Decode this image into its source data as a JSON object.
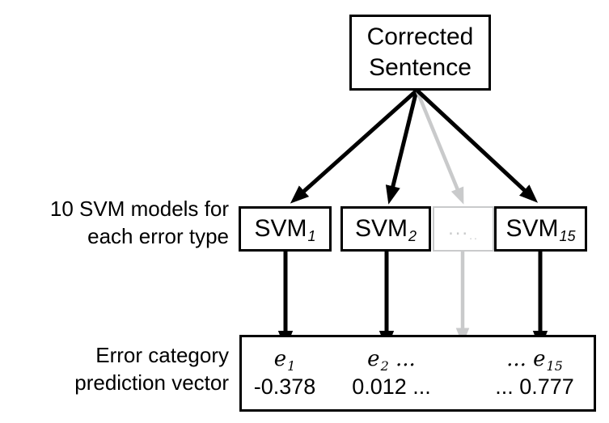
{
  "diagram": {
    "top_box": {
      "line1": "Corrected",
      "line2": "Sentence"
    },
    "svm_label": {
      "line1": "10 SVM models for",
      "line2": "each error type"
    },
    "output_label": {
      "line1": "Error category",
      "line2": "prediction vector"
    },
    "svm_boxes": [
      {
        "name": "SVM",
        "sub": "1"
      },
      {
        "name": "SVM",
        "sub": "2"
      },
      {
        "name": "...",
        "sub": ".."
      },
      {
        "name": "SVM",
        "sub": "15"
      }
    ],
    "output_columns": [
      {
        "pre": "",
        "e": "e",
        "sub": "1",
        "post": "",
        "value": "-0.378"
      },
      {
        "pre": "",
        "e": "e",
        "sub": "2",
        "post": " ...",
        "value": "0.012 ..."
      },
      {
        "pre": "... ",
        "e": "e",
        "sub": "15",
        "post": "",
        "value": "... 0.777"
      }
    ],
    "colors": {
      "line_black": "#000000",
      "line_gray": "#c9cacb"
    }
  }
}
